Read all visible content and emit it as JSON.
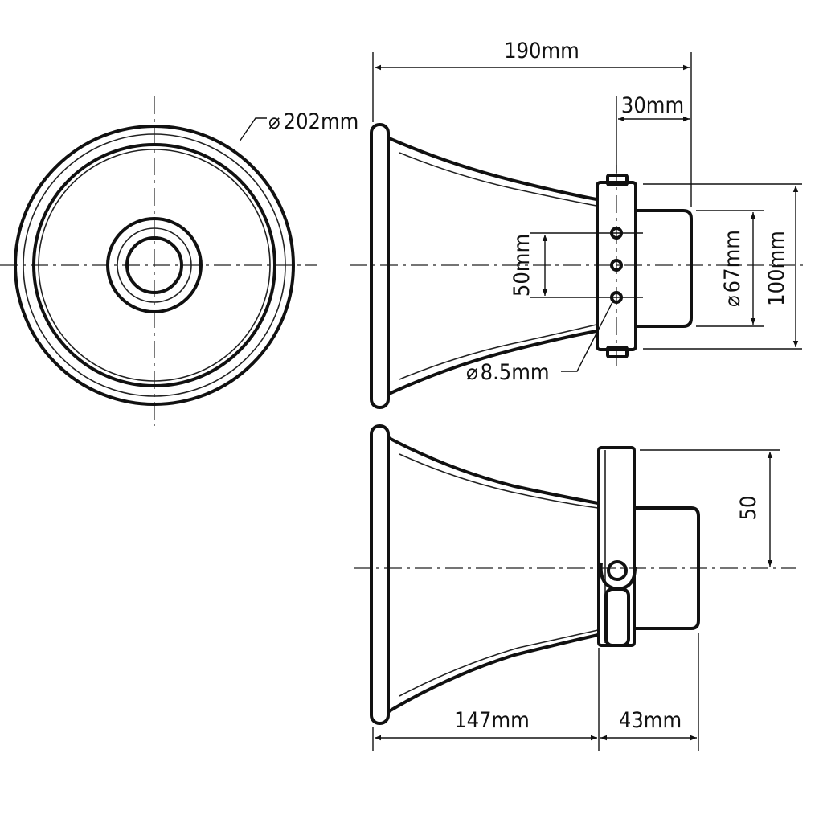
{
  "dimensions": {
    "front_diameter": "202mm",
    "overall_length": "190mm",
    "bracket_offset": "30mm",
    "hole_spacing": "50mm",
    "driver_diameter": "67mm",
    "bracket_height": "100mm",
    "hole_diameter": "8.5mm",
    "bottom_mount_height": "50",
    "horn_length": "147mm",
    "bracket_length": "43mm"
  },
  "symbols": {
    "diameter": "⌀"
  }
}
